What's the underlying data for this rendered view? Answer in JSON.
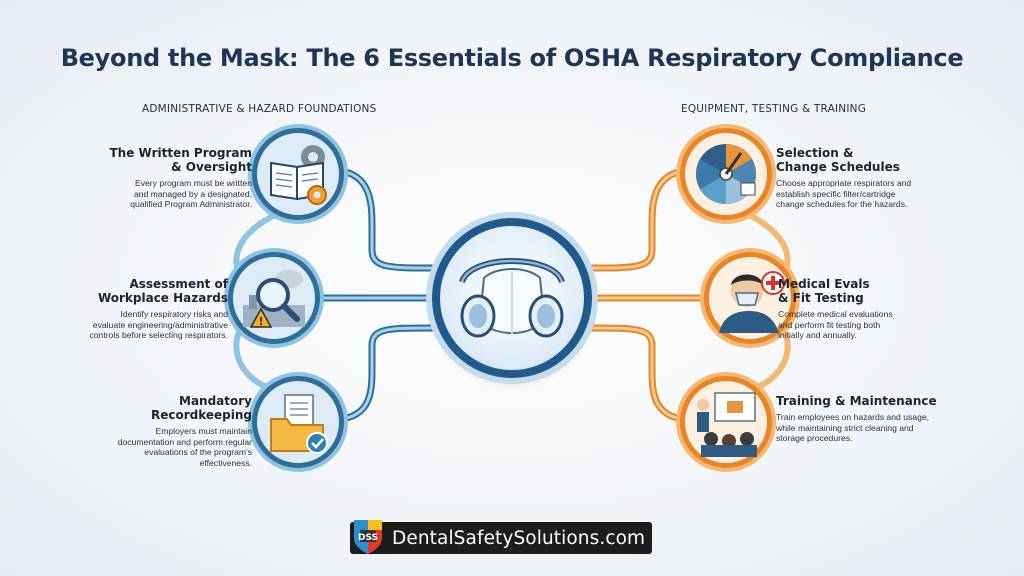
{
  "title": "Beyond the Mask: The 6 Essentials of OSHA Respiratory Compliance",
  "sections": {
    "left": "ADMINISTRATIVE & HAZARD FOUNDATIONS",
    "right": "EQUIPMENT, TESTING & TRAINING"
  },
  "left_items": [
    {
      "heading_1": "The Written Program",
      "heading_2": "& Oversight",
      "desc_1": "Every program must be written",
      "desc_2": "and managed by a designated,",
      "desc_3": "qualified Program Administrator.",
      "icon": "open-book-gear-icon"
    },
    {
      "heading_1": "Assessment of",
      "heading_2": "Workplace Hazards",
      "desc_1": "Identify respiratory risks and",
      "desc_2": "evaluate engineering/administrative",
      "desc_3": "controls before selecting respirators.",
      "icon": "magnifier-hazard-icon"
    },
    {
      "heading_1": "Mandatory",
      "heading_2": "Recordkeeping",
      "desc_1": "Employers must maintain",
      "desc_2": "documentation and perform regular",
      "desc_3": "evaluations of the program's",
      "desc_4": "effectiveness.",
      "icon": "folder-check-icon"
    }
  ],
  "right_items": [
    {
      "heading_1": "Selection &",
      "heading_2": "Change Schedules",
      "desc_1": "Choose appropriate respirators and",
      "desc_2": "establish specific filter/cartridge",
      "desc_3": "change schedules for the hazards.",
      "icon": "selection-wheel-icon"
    },
    {
      "heading_1": "Medical Evals",
      "heading_2": "& Fit Testing",
      "desc_1": "Complete medical evaluations",
      "desc_2": "and perform fit testing both",
      "desc_3": "initially and annually.",
      "icon": "worker-mask-medical-icon"
    },
    {
      "heading_1": "Training & Maintenance",
      "desc_1": "Train employees on hazards and usage,",
      "desc_2": "while maintaining strict cleaning and",
      "desc_3": "storage procedures.",
      "icon": "training-presentation-icon"
    }
  ],
  "center_icon": "respirator-mask-icon",
  "brand": {
    "text": "DentalSafetySolutions.com",
    "logo": "dss-logo-icon"
  },
  "colors": {
    "title": "#1f3556",
    "left_accent": "#2d6f9a",
    "left_light": "#8fc3e0",
    "right_accent": "#e98526",
    "right_light": "#f5b870",
    "center_ring": "#1f5a8c",
    "brand_bg": "#1d1d1d"
  }
}
